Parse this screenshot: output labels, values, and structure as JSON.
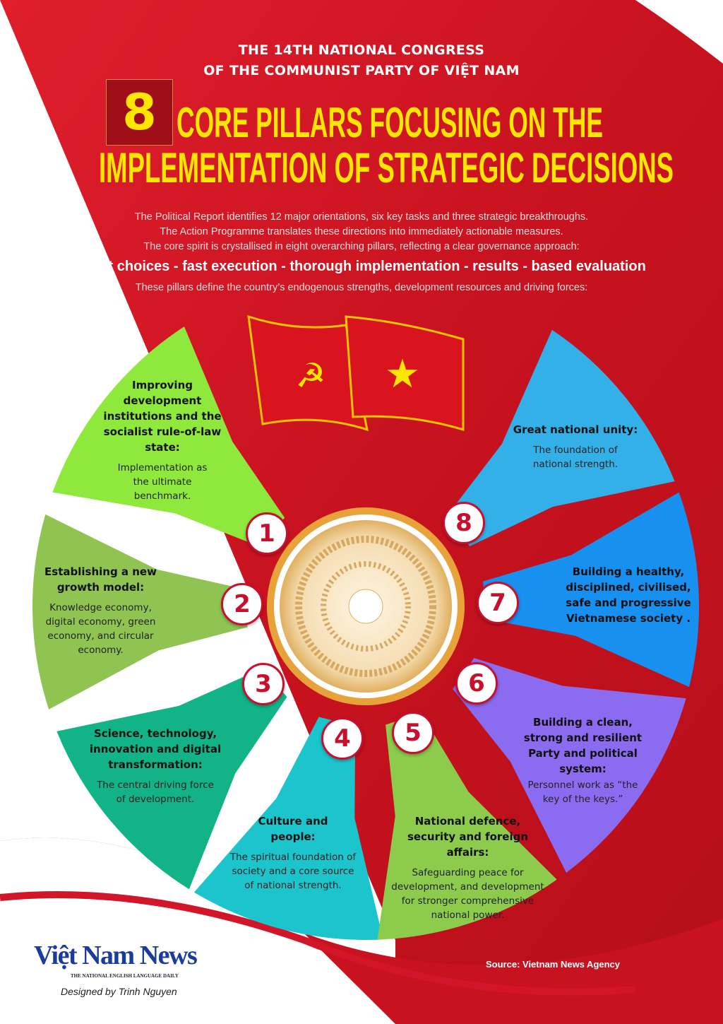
{
  "header": {
    "line1": "THE 14TH NATIONAL CONGRESS",
    "line2": "OF THE COMMUNIST PARTY OF VIỆT NAM"
  },
  "title": {
    "number": "8",
    "line1": "CORE PILLARS FOCUSING ON THE",
    "line2": "IMPLEMENTATION OF STRATEGIC DECISIONS"
  },
  "intro": [
    "The Political Report identifies 12 major orientations, six key tasks and three strategic breakthroughs.",
    "The Action Programme translates these directions into immediately actionable measures.",
    "The core spirit is crystallised in eight overarching pillars, reflecting a clear governance approach:"
  ],
  "slogan": "Right choices - fast execution - thorough implementation - results - based evaluation",
  "lead": "These pillars define the country’s endogenous strengths, development resources and driving forces:",
  "colors": {
    "red": "#d3152a",
    "yellow": "#ffe600",
    "p1": "#8fe83c",
    "p2": "#8fc452",
    "p3": "#12b487",
    "p4": "#1cc5cc",
    "p5": "#8ccb4c",
    "p6": "#8b6cf0",
    "p7": "#1790f0",
    "p8": "#33b0e8"
  },
  "pillars": [
    {
      "n": "1",
      "title": "Improving development institutions and the socialist rule-of-law state:",
      "desc": "Implementation as the ultimate benchmark."
    },
    {
      "n": "2",
      "title": "Establishing a new growth model:",
      "desc": "Knowledge economy, digital economy, green economy, and circular economy."
    },
    {
      "n": "3",
      "title": "Science, technology, innovation and digital transformation:",
      "desc": "The central driving force of development."
    },
    {
      "n": "4",
      "title": "Culture and people:",
      "desc": "The spiritual foundation of society and a core source of national strength."
    },
    {
      "n": "5",
      "title": "National defence, security and foreign affairs:",
      "desc": "Safeguarding peace for development, and development for stronger comprehensive national power."
    },
    {
      "n": "6",
      "title": "Building a clean, strong and resilient Party and political system:",
      "desc": "Personnel work as “the key of the keys.”"
    },
    {
      "n": "7",
      "title": "Building a healthy, disciplined, civilised, safe and progressive Vietnamese society .",
      "desc": ""
    },
    {
      "n": "8",
      "title": "Great national unity:",
      "desc": "The foundation of national strength."
    }
  ],
  "footer": {
    "logo": "Việt Nam News",
    "logo_sub": "THE NATIONAL ENGLISH LANGUAGE DAILY",
    "designer": "Designed by Trinh Nguyen",
    "source": "Source: Vietnam News Agency"
  }
}
